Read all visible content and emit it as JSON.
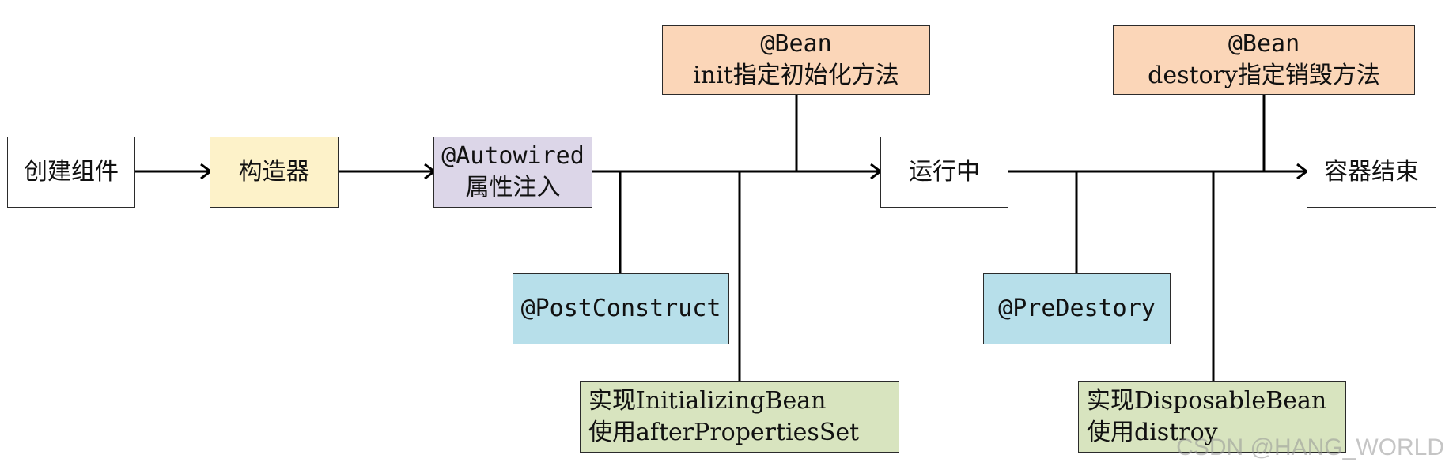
{
  "nodes": {
    "create": "创建组件",
    "constructor": "构造器",
    "autowired": [
      "@Autowired",
      "属性注入"
    ],
    "bean_init": [
      "@Bean",
      "init指定初始化方法"
    ],
    "running": "运行中",
    "bean_destroy": [
      "@Bean",
      "destory指定销毁方法"
    ],
    "container_end": "容器结束",
    "post_construct": "@PostConstruct",
    "initializing_bean": [
      "实现InitializingBean",
      "使用afterPropertiesSet"
    ],
    "pre_destroy": "@PreDestory",
    "disposable_bean": [
      "实现DisposableBean",
      "使用distroy"
    ]
  },
  "watermark": "CSDN @HANG_WORLD",
  "colors": {
    "line": "#000000",
    "yellow": "#fdf2c9",
    "purple": "#dcd6e8",
    "orange": "#fbd6b8",
    "blue": "#b7dfea",
    "green": "#d8e4bf"
  }
}
